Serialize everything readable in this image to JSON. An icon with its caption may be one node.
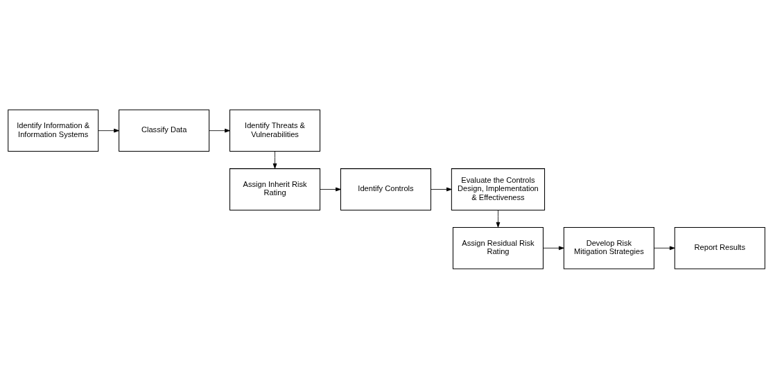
{
  "diagram": {
    "nodes": [
      {
        "text": [
          "Identify Information & Information Systems"
        ]
      },
      {
        "text": [
          "Classify Data"
        ]
      },
      {
        "text": [
          "Identify Threats & Vulnerabilities"
        ]
      },
      {
        "text": [
          "Assign Inherit Risk Rating"
        ]
      },
      {
        "text": [
          "Identify Controls"
        ]
      },
      {
        "text": [
          "Evaluate the Controls Design, Implementation & Effectiveness"
        ]
      },
      {
        "text": [
          "Assign Residual Risk Rating"
        ]
      },
      {
        "text": [
          "Develop Risk Mitigation Strategies"
        ]
      },
      {
        "text": [
          "Report Results"
        ]
      }
    ],
    "edges": [
      {
        "from": 0,
        "to": 1,
        "arrow": "to"
      },
      {
        "from": 1,
        "to": 2,
        "arrow": "to"
      },
      {
        "from": 2,
        "to": 3,
        "arrow": "to"
      },
      {
        "from": 3,
        "to": 4,
        "arrow": "to"
      },
      {
        "from": 4,
        "to": 5,
        "arrow": "to"
      },
      {
        "from": 5,
        "to": 6,
        "arrow": "to"
      },
      {
        "from": 6,
        "to": 7,
        "arrow": "to"
      },
      {
        "from": 7,
        "to": 8,
        "arrow": "to"
      }
    ]
  }
}
